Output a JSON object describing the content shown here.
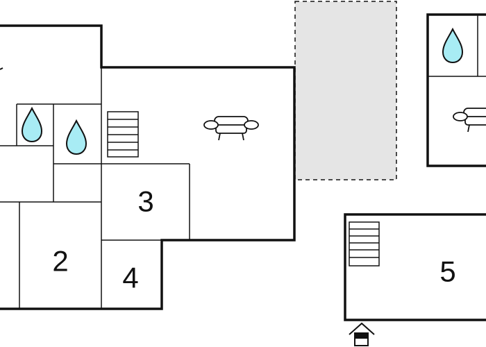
{
  "rooms": [
    {
      "id": "2",
      "label": "2"
    },
    {
      "id": "3",
      "label": "3"
    },
    {
      "id": "4",
      "label": "4"
    },
    {
      "id": "5",
      "label": "5"
    }
  ],
  "icons": {
    "water": "water-drop-icon",
    "sofa": "sofa-icon",
    "stairs": "stairs-icon",
    "entrance": "entrance-icon"
  },
  "colors": {
    "wall": "#111111",
    "water_fill": "#a8ecf4",
    "terrace_fill": "#e5e5e5",
    "background": "#ffffff"
  }
}
